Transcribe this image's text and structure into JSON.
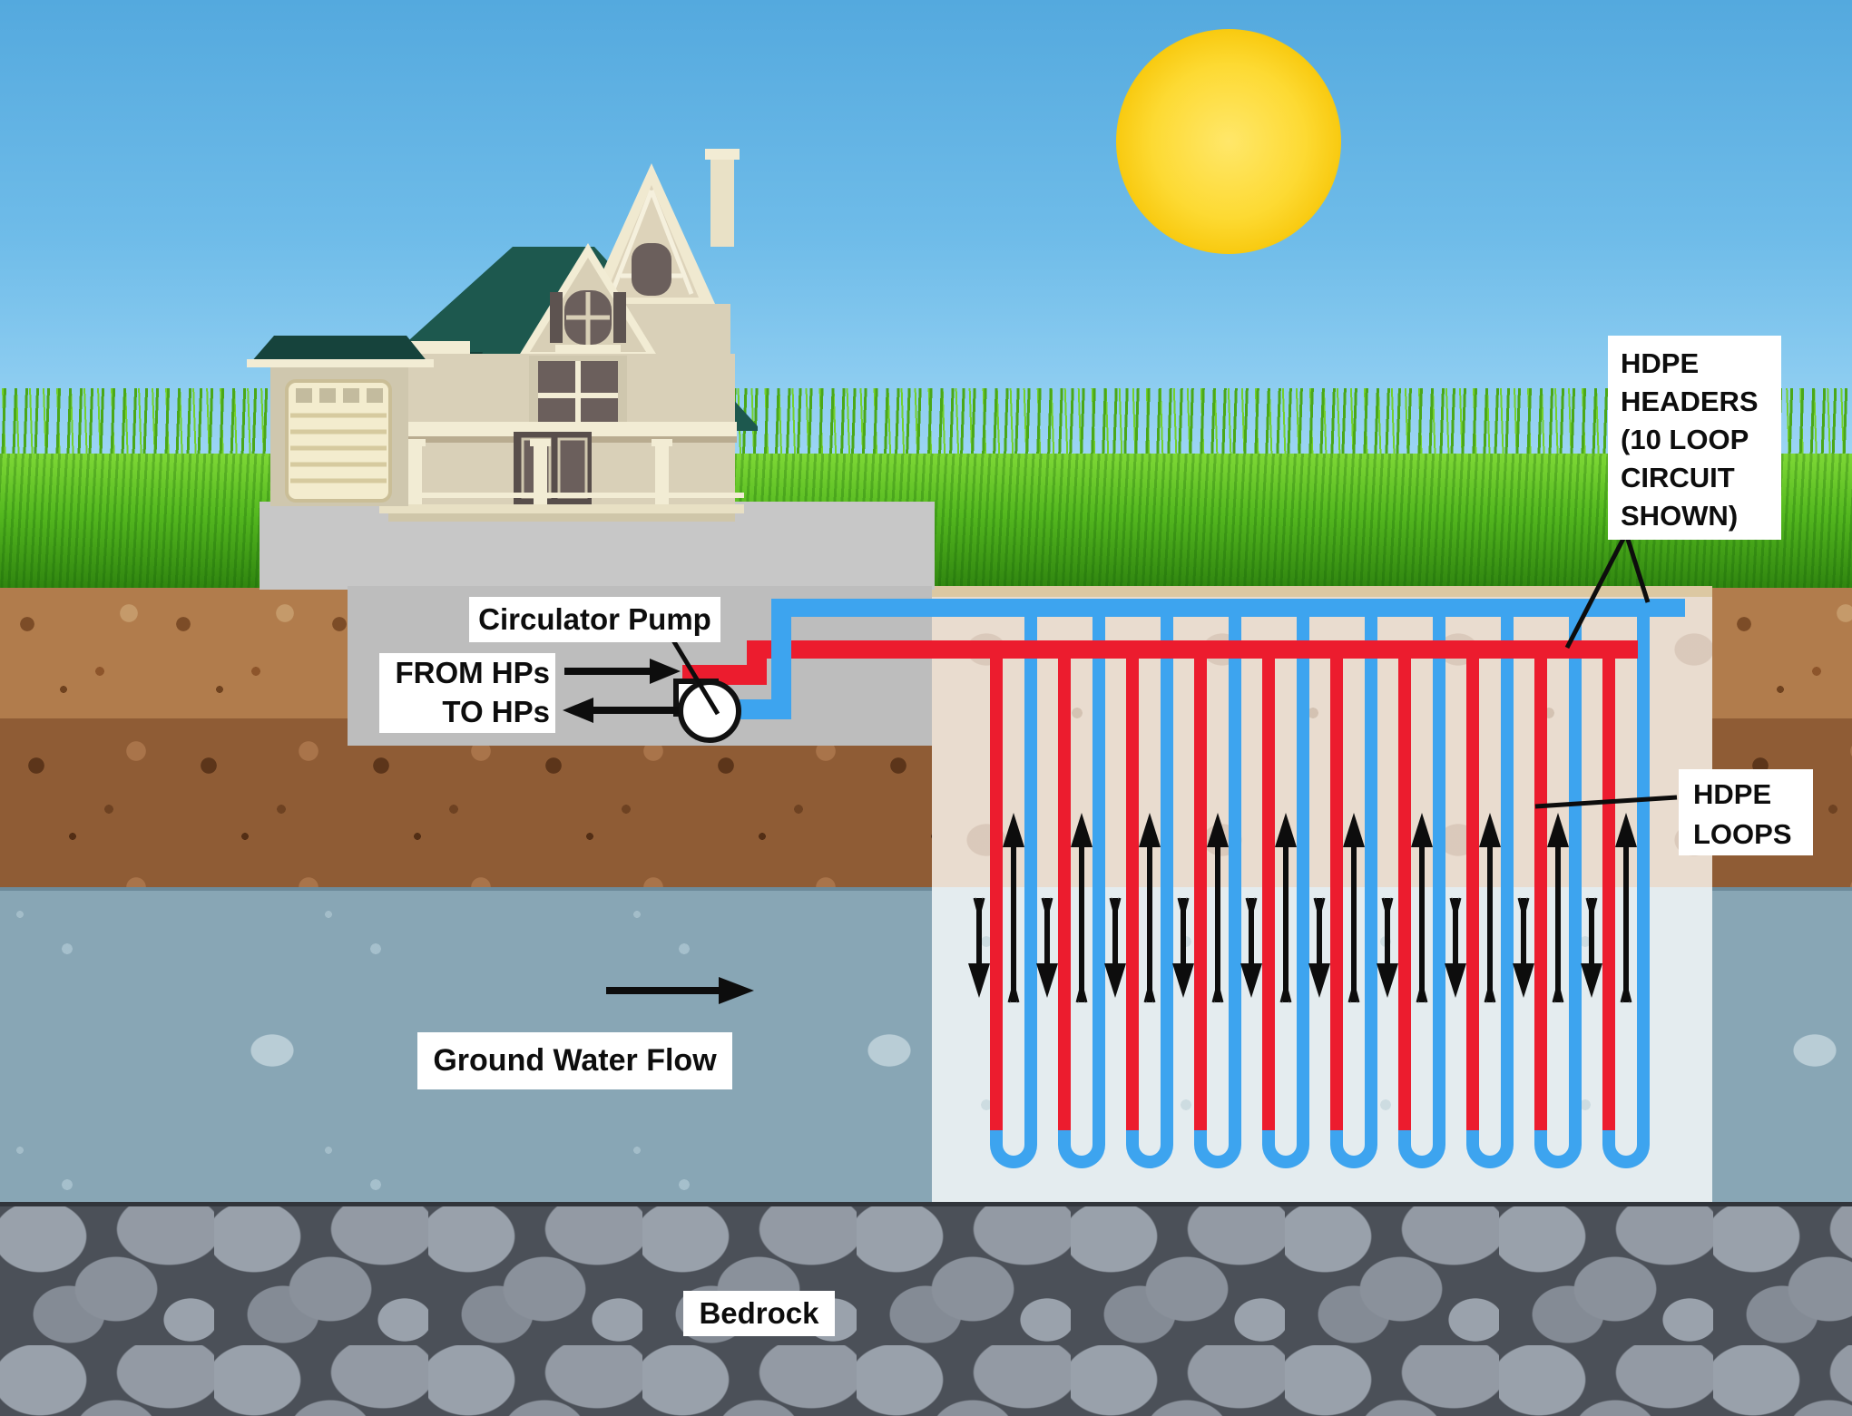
{
  "diagram": {
    "title_semantic": "geothermal-ground-loop-system",
    "labels": {
      "circulator_pump": "Circulator Pump",
      "from_hps": "FROM HPs",
      "to_hps": "TO HPs",
      "hdpe_headers": "HDPE\nHEADERS\n(10 LOOP\nCIRCUIT\nSHOWN)",
      "hdpe_loops": "HDPE\nLOOPS",
      "ground_water_flow": "Ground Water Flow",
      "bedrock": "Bedrock"
    },
    "loop_field": {
      "loop_count": 10,
      "supply_pipe_color": "#ec1c2e",
      "return_pipe_color": "#3da4ef"
    },
    "arrow_color": "#0d0d0d",
    "label_style": {
      "background": "#ffffff",
      "text_color": "#0d0d0d"
    },
    "scene_colors": {
      "sky_top": "#54a9de",
      "sky_horizon": "#c9eefc",
      "sun": "#fdd72e",
      "grass": "#54b81f",
      "soil_upper": "#b17c4c",
      "soil_lower": "#8f5c35",
      "groundwater": "#88a6b5",
      "bedrock": "#4b5058",
      "trench_above_water": "#e9dccf",
      "trench_below_water": "#e4ecef",
      "foundation": "#bdbdbd"
    }
  }
}
